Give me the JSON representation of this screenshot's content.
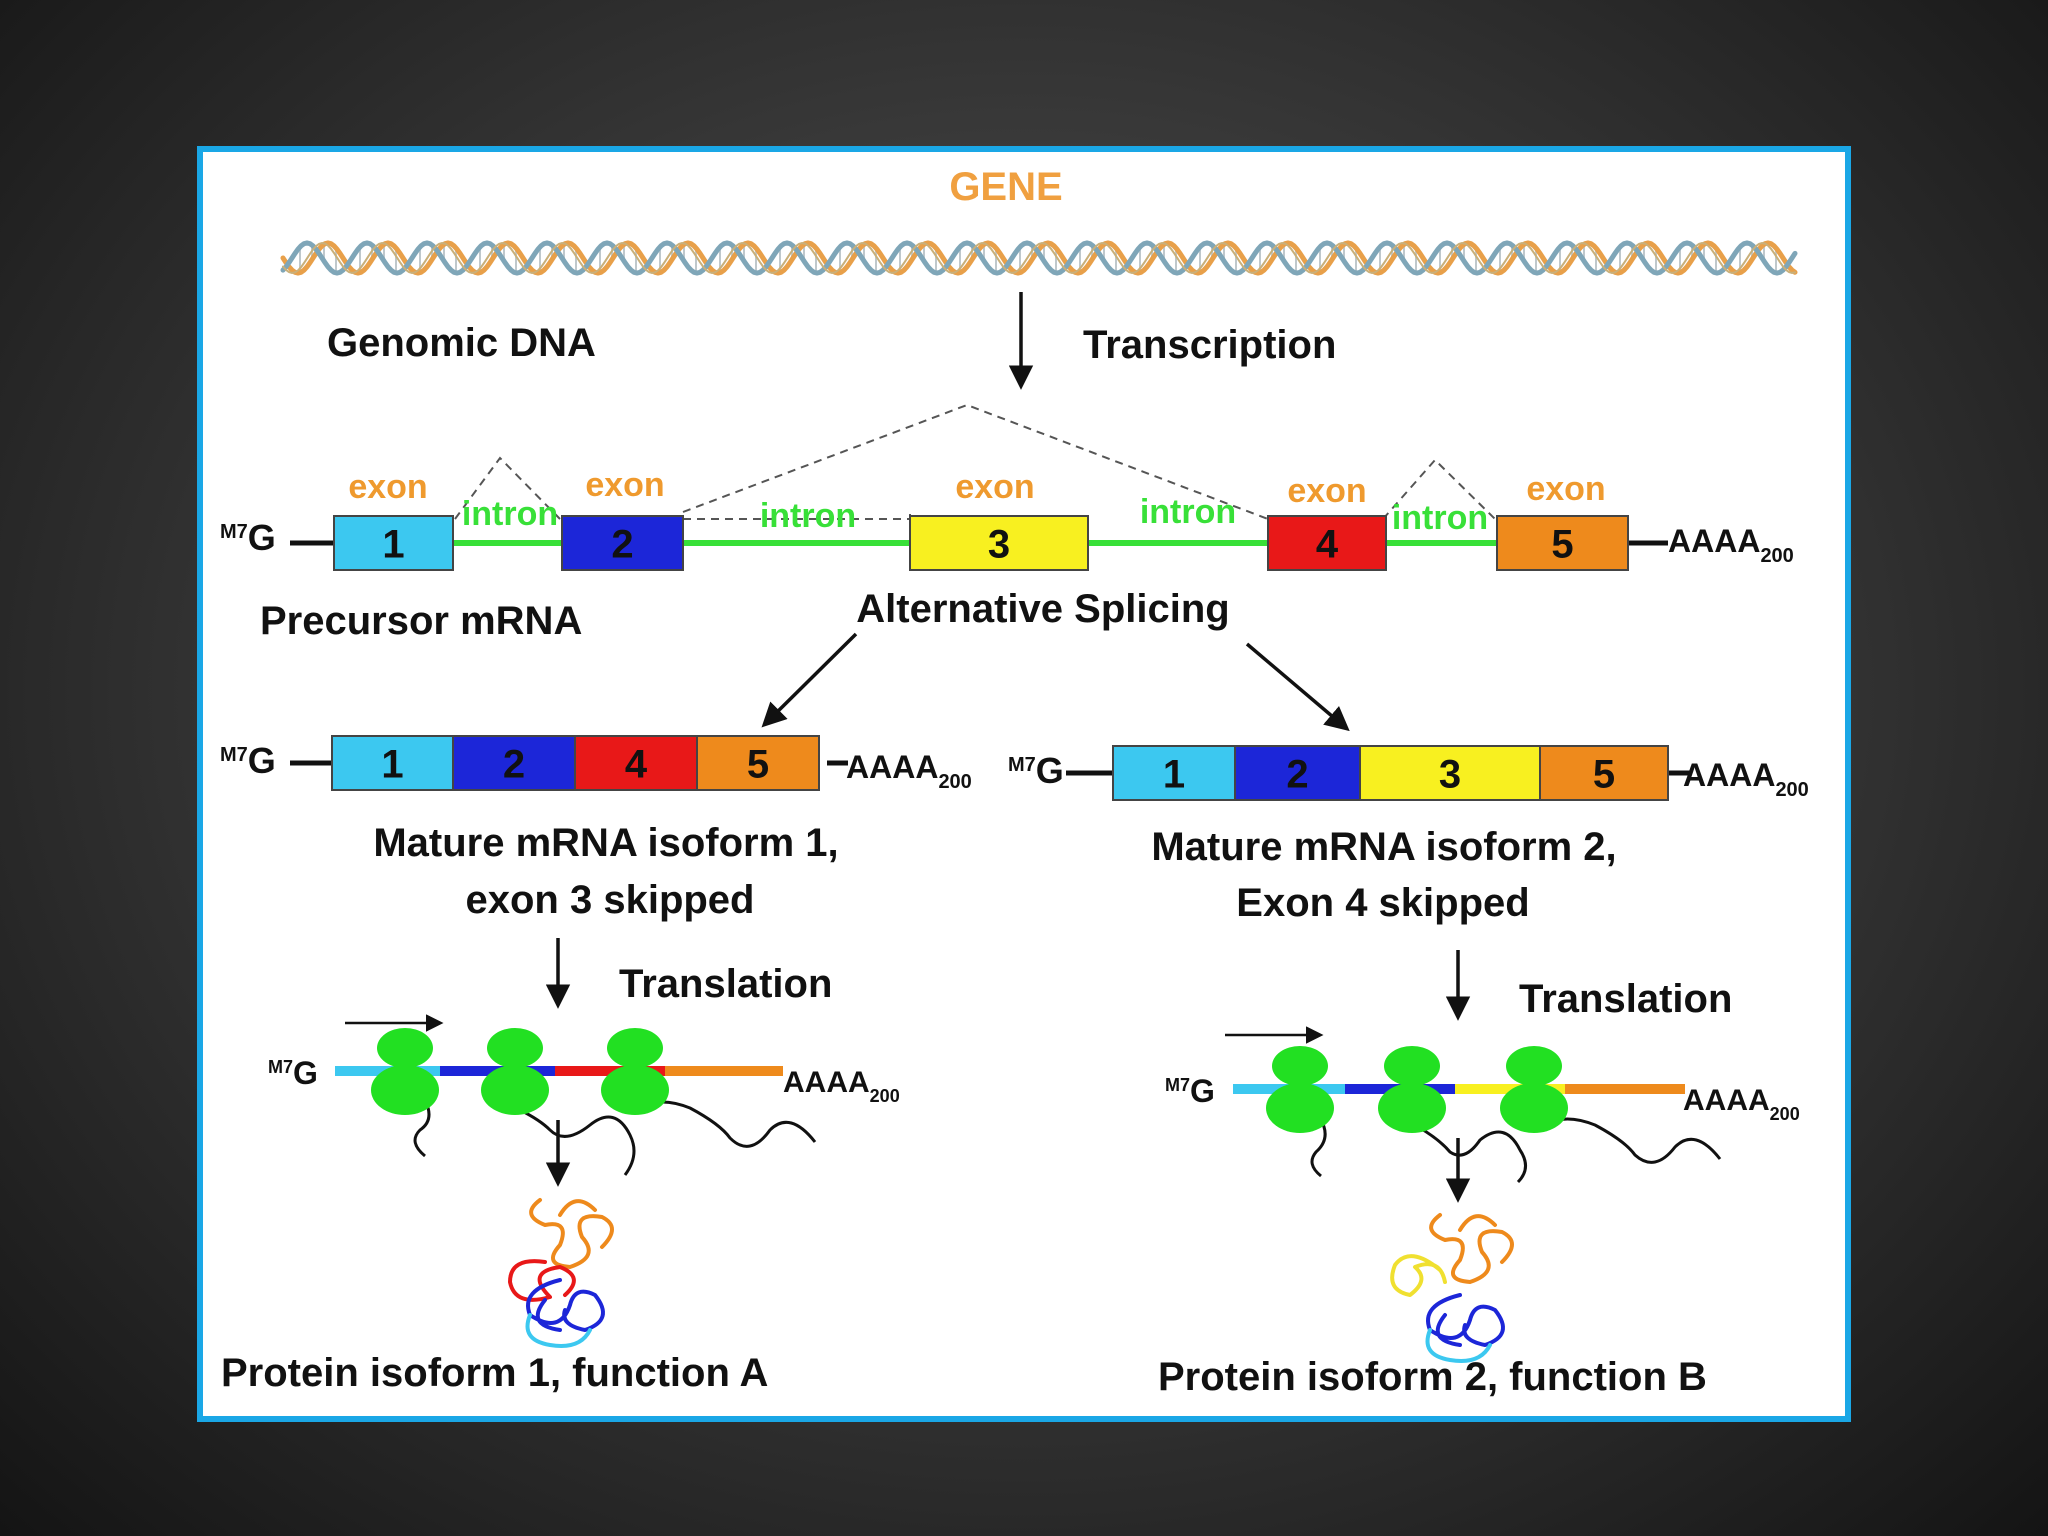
{
  "gene_label": "GENE",
  "genomic_dna_label": "Genomic DNA",
  "transcription_label": "Transcription",
  "alternative_splicing_label": "Alternative Splicing",
  "precursor_label": "Precursor mRNA",
  "cap": {
    "base": "G",
    "superscript": "M7"
  },
  "polya": {
    "base": "AAAA",
    "subscript": "200"
  },
  "exon_word": "exon",
  "intron_word": "intron",
  "exons": [
    {
      "number": "1",
      "color": "#3cc8f0"
    },
    {
      "number": "2",
      "color": "#1c26d8"
    },
    {
      "number": "3",
      "color": "#f8f020"
    },
    {
      "number": "4",
      "color": "#e81818"
    },
    {
      "number": "5",
      "color": "#ee8a1c"
    }
  ],
  "isoform1": {
    "exons": [
      "1",
      "2",
      "4",
      "5"
    ],
    "caption_line1": "Mature mRNA isoform 1,",
    "caption_line2": "exon 3 skipped",
    "translation_label": "Translation",
    "protein_caption": "Protein isoform 1, function A"
  },
  "isoform2": {
    "exons": [
      "1",
      "2",
      "3",
      "5"
    ],
    "caption_line1": "Mature mRNA isoform 2,",
    "caption_line2": "Exon 4 skipped",
    "translation_label": "Translation",
    "protein_caption": "Protein isoform 2, function B"
  },
  "colors": {
    "frame_border": "#1aa7e6",
    "intron_line": "#38e038",
    "ribosome": "#22e022",
    "exon_label": "#ef9a2e",
    "gene_label": "#f0a040"
  }
}
